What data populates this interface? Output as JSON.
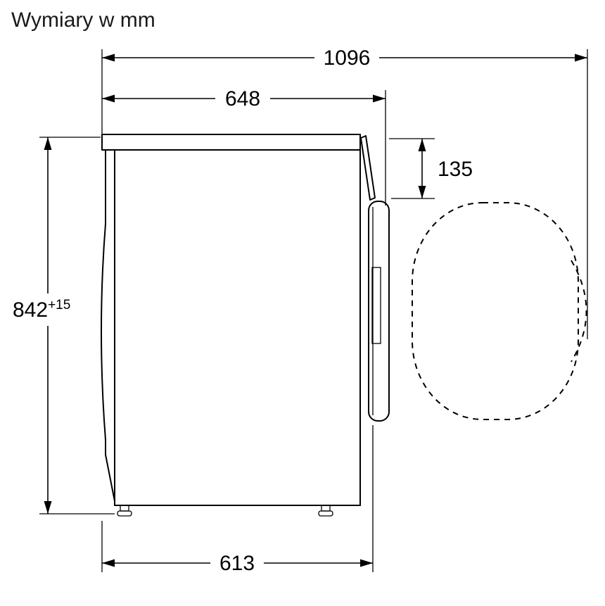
{
  "title": "Wymiary w mm",
  "unit": "mm",
  "dimensions": {
    "total_depth_door_open": "1096",
    "top_depth": "648",
    "door_top_offset": "135",
    "height_value": "842",
    "height_tolerance": "+15",
    "bottom_depth": "613"
  },
  "colors": {
    "line": "#000000",
    "background": "#ffffff"
  },
  "figure": "Side-view technical drawing of a tumble dryer with open-door swing shown dashed"
}
